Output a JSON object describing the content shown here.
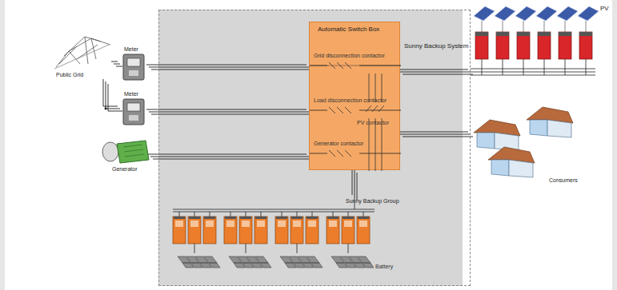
{
  "diagram": {
    "nodes": [
      {
        "text": [
          "Public Grid"
        ]
      },
      {
        "text": [
          "Meter"
        ]
      },
      {
        "text": [
          "Meter"
        ]
      },
      {
        "text": [
          "Generator"
        ]
      },
      {
        "text": [
          "Sunny Backup System"
        ]
      },
      {
        "text": [
          "Automatic Switch Box"
        ],
        "in": 4
      },
      {
        "text": [
          "Sunny Backup Group"
        ],
        "in": 4
      },
      {
        "text": [
          "PV"
        ]
      },
      {
        "text": [
          "Consumers"
        ]
      }
    ],
    "edges": [
      {
        "from": 0,
        "to": 1,
        "arrow": "none"
      },
      {
        "from": 0,
        "to": 2,
        "arrow": "none"
      },
      {
        "from": 1,
        "to": 5,
        "arrow": "none"
      },
      {
        "from": 2,
        "to": 5,
        "arrow": "none"
      },
      {
        "from": 3,
        "to": 5,
        "arrow": "none"
      },
      {
        "from": 5,
        "to": 7,
        "arrow": "none"
      },
      {
        "from": 5,
        "to": 8,
        "arrow": "none"
      },
      {
        "from": 5,
        "to": 6,
        "arrow": "none"
      }
    ],
    "labels": [
      "Grid disconnection contactor",
      "Load disconnection contactor",
      "Generator contactor",
      "PV contactor",
      "Battery"
    ]
  }
}
